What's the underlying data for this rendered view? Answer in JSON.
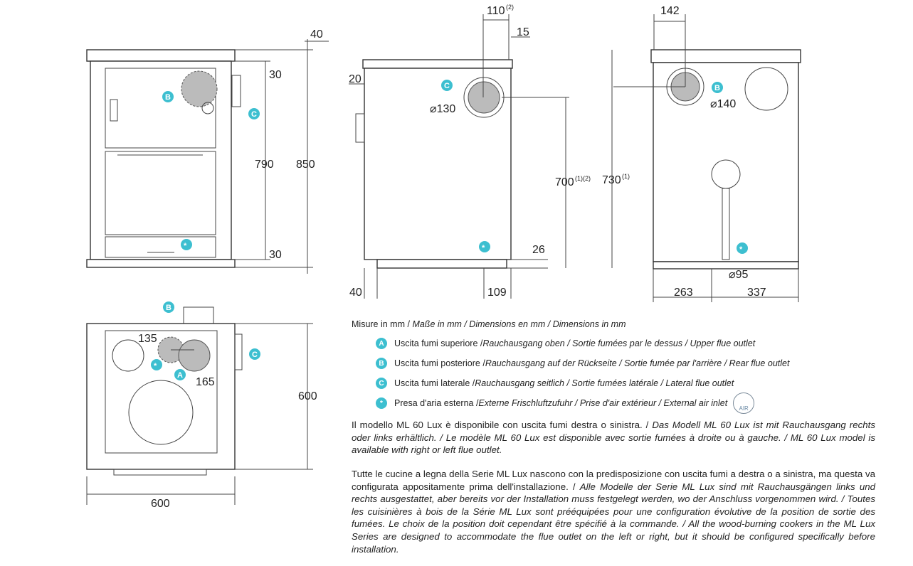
{
  "front_view": {
    "dim_top": "40",
    "dim_upper": "30",
    "dim_inner_height": "790",
    "dim_total_height": "850",
    "dim_lower": "30",
    "badge_b": "B",
    "badge_c": "C",
    "badge_air": "*"
  },
  "side_view": {
    "dim_flue_pos": "110",
    "dim_flue_pos_sup": "(2)",
    "dim_15": "15",
    "dim_20": "20",
    "dim_diameter": "⌀130",
    "dim_height": "700",
    "dim_height_sup": "(1)(2)",
    "dim_26": "26",
    "dim_40": "40",
    "dim_109": "109",
    "badge_c": "C",
    "badge_air": "*"
  },
  "rear_view": {
    "dim_142": "142",
    "dim_diameter": "⌀140",
    "dim_height": "730",
    "dim_height_sup": "(1)",
    "dim_air": "⌀95",
    "dim_263": "263",
    "dim_337": "337",
    "badge_b": "B",
    "badge_air": "*"
  },
  "top_view": {
    "dim_135": "135",
    "dim_165": "165",
    "dim_depth": "600",
    "dim_width": "600",
    "badge_a": "A",
    "badge_b": "B",
    "badge_c": "C",
    "badge_air": "*"
  },
  "legend": {
    "units": {
      "plain": "Misure in mm / ",
      "italic": "Maße in mm / Dimensions en mm / Dimensions in mm"
    },
    "items": [
      {
        "badge": "A",
        "plain": "Uscita fumi superiore / ",
        "italic": "Rauchausgang oben  / Sortie fumées par le dessus / Upper flue outlet"
      },
      {
        "badge": "B",
        "plain": "Uscita fumi posteriore / ",
        "italic": " Rauchausgang auf der Rückseite / Sortie fumée par l'arrière / Rear flue outlet"
      },
      {
        "badge": "C",
        "plain": "Uscita fumi laterale / ",
        "italic": "Rauchausgang seitlich  / Sortie fumées latérale / Lateral flue outlet"
      },
      {
        "badge": "*",
        "plain": "Presa d'aria esterna / ",
        "italic": "Externe Frischluftzufuhr / Prise d'air extérieur / External air inlet"
      }
    ],
    "air_icon_label": "AIR"
  },
  "note1": {
    "plain": "Il modello ML 60 Lux è disponibile con uscita fumi destra o sinistra. / ",
    "italic": "Das Modell ML 60 Lux ist mit Rauchausgang rechts oder links erhältlich. / Le modèle ML 60 Lux est disponible avec sortie fumées à droite ou à gauche. / ML 60 Lux model is available with right or left flue outlet."
  },
  "note2": {
    "plain": "Tutte le cucine a legna della Serie ML Lux nascono con la predisposizione con uscita fumi a destra o a sinistra, ma questa va configurata appositamente prima dell'installazione. / ",
    "italic": "Alle Modelle der Serie ML Lux sind mit Rauchausgängen links und rechts ausgestattet, aber bereits vor der Installation muss festgelegt werden, wo der Anschluss vorgenommen wird. / Toutes les cuisinières à bois de la Série ML Lux sont prééquipées pour une configuration évolutive de la position de sortie des fumées. Le choix de la position doit cependant être spécifié à la commande. / All the wood-burning cookers in the ML Lux Series are designed to accommodate the flue outlet on the left or right, but it should be configured specifically before installation."
  },
  "colors": {
    "badge": "#3dbfd0",
    "flue_gray": "#bbbbbb"
  }
}
